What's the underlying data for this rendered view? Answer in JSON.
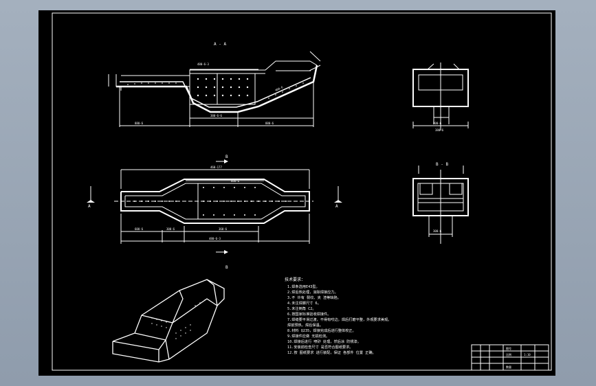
{
  "drawing": {
    "title": "",
    "sections": {
      "aa_label": "A - A",
      "bb_label": "B - B",
      "plan_arrow_a_left": "A",
      "plan_arrow_a_right": "A",
      "plan_arrow_b_top": "B",
      "plan_arrow_b_bottom": "B"
    },
    "dims": {
      "top_overall": "480-6-3",
      "plan_top": "460-177",
      "plan_inner": "880-6",
      "plan_seg1": "600-6",
      "plan_seg2": "300-6",
      "plan_seg3": "360-6",
      "plan_overall": "480-6-3",
      "elev_seg1": "880-6",
      "elev_seg2": "380-6-6",
      "elev_seg3": "880-6",
      "elev_slope": "400-6",
      "side_width": "380-6",
      "side_height": "300-6",
      "bb_width": "300-6"
    },
    "notes": {
      "title": "技术要求：",
      "lines": [
        "1.焊条选用E43型。",
        "2.焊后热处理，消除焊接应力。",
        "3.不 许有 裂纹、夹 渣等缺陷。",
        "4.未注焊脚尺寸 6。",
        "5.未注倒角 C2。",
        "6.按国家标准验收焊接件。",
        "7.焊缝要平滑过渡，不得有咬边，焊后打磨平整，外观要求美观。",
        "  焊前预热，焊后保温。",
        "8.材料 Q235，焊接完成后进行整体校正。",
        "9.焊接件应做 无损检测。",
        "10.焊接后进行 喷砂 处理，然后涂 防锈漆。",
        "11.安装前检查尺寸 是否符合图纸要求。",
        "12.按 图纸要求 进行装配，保证 各部件 位置 正确。"
      ]
    },
    "title_block": {
      "label_a": "图号",
      "label_b": "比例",
      "label_c": "1:10",
      "label_d": "数量"
    }
  }
}
